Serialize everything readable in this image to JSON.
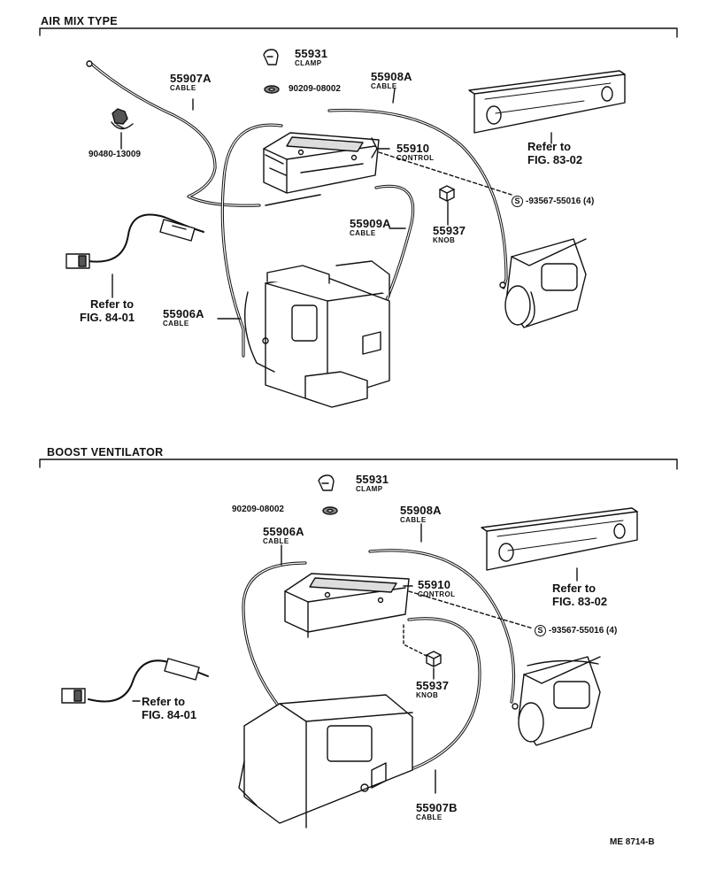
{
  "sections": {
    "air_mix": "AIR MIX TYPE",
    "boost": "BOOST VENTILATOR"
  },
  "top": {
    "clamp": {
      "number": "55931",
      "name": "CLAMP"
    },
    "washer": "90209-08002",
    "cable_a": {
      "number": "55907A",
      "name": "CABLE"
    },
    "cable_b": {
      "number": "55908A",
      "name": "CABLE"
    },
    "bolt": "90480-13009",
    "control": {
      "number": "55910",
      "name": "CONTROL"
    },
    "cable_c": {
      "number": "55909A",
      "name": "CABLE"
    },
    "knob": {
      "number": "55937",
      "name": "KNOB"
    },
    "screw": {
      "prefix": "S",
      "number": "-93567-55016 (4)"
    },
    "refer_83": {
      "line1": "Refer to",
      "line2": "FIG. 83-02"
    },
    "refer_84": {
      "line1": "Refer to",
      "line2": "FIG. 84-01"
    },
    "cable_d": {
      "number": "55906A",
      "name": "CABLE"
    }
  },
  "bottom": {
    "clamp": {
      "number": "55931",
      "name": "CLAMP"
    },
    "washer": "90209-08002",
    "cable_a": {
      "number": "55908A",
      "name": "CABLE"
    },
    "cable_b": {
      "number": "55906A",
      "name": "CABLE"
    },
    "control": {
      "number": "55910",
      "name": "CONTROL"
    },
    "screw": {
      "prefix": "S",
      "number": "-93567-55016 (4)"
    },
    "refer_83": {
      "line1": "Refer to",
      "line2": "FIG. 83-02"
    },
    "refer_84": {
      "line1": "Refer to",
      "line2": "FIG. 84-01"
    },
    "knob": {
      "number": "55937",
      "name": "KNOB"
    },
    "cable_c": {
      "number": "55907B",
      "name": "CABLE"
    }
  },
  "figure_code": "ME 8714-B"
}
